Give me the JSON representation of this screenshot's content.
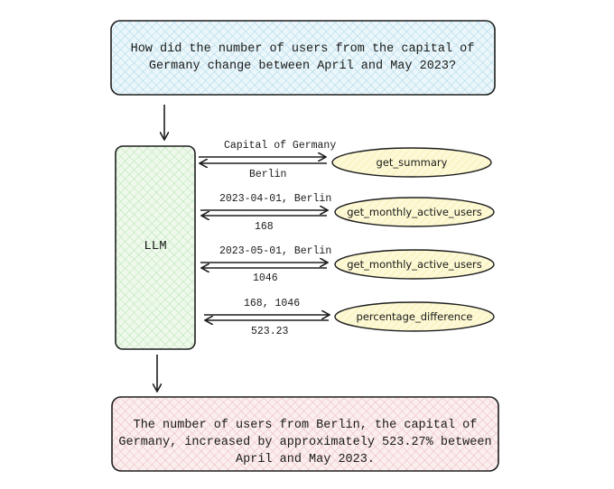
{
  "question": "How did the number of users from the capital of Germany change between April and May 2023?",
  "llm_label": "LLM",
  "answer": "The number of users from Berlin, the capital of Germany, increased by approximately 523.27% between April and May 2023.",
  "calls": [
    {
      "request": "Capital of Germany",
      "response": "Berlin",
      "tool": "get_summary"
    },
    {
      "request": "2023-04-01, Berlin",
      "response": "168",
      "tool": "get_monthly_active_users"
    },
    {
      "request": "2023-05-01, Berlin",
      "response": "1046",
      "tool": "get_monthly_active_users"
    },
    {
      "request": "168, 1046",
      "response": "523.23",
      "tool": "percentage_difference"
    }
  ],
  "colors": {
    "question_fill": "#d6ecf3",
    "llm_fill": "#daf2d6",
    "answer_fill": "#f6dbdd",
    "tool_fill": "#fbf6c8",
    "stroke": "#1e1e1e"
  }
}
